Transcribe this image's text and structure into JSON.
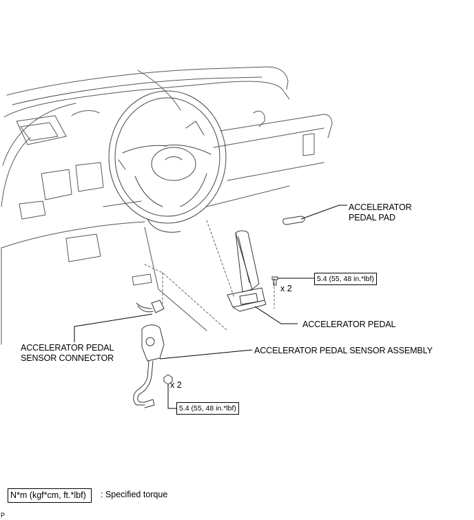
{
  "labels": {
    "pedal_pad": [
      "ACCELERATOR",
      "PEDAL PAD"
    ],
    "pedal": "ACCELERATOR PEDAL",
    "sensor_connector": [
      "ACCELERATOR PEDAL",
      "SENSOR CONNECTOR"
    ],
    "sensor_assembly": "ACCELERATOR PEDAL SENSOR ASSEMBLY"
  },
  "torques": {
    "pedal_bolt": "5.4 (55, 48 in.*lbf)",
    "sensor_nut": "5.4 (55, 48 in.*lbf)"
  },
  "quantities": {
    "pedal_bolt": "x 2",
    "sensor_nut": "x 2"
  },
  "legend": {
    "unit_box": "N*m (kgf*cm, ft.*lbf)",
    "description": ": Specified torque"
  },
  "corner_mark": "P"
}
